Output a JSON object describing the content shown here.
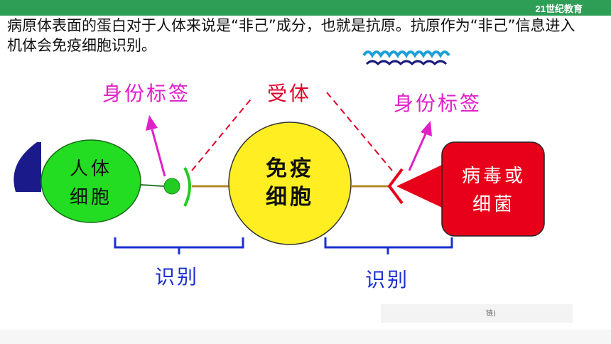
{
  "header": {
    "logo": "21世纪教育"
  },
  "intro_text": "病原体表面的蛋白对于人体来说是“非己”成分，也就是抗原。抗原作为“非己”信息进入机体会免疫细胞识别。",
  "labels": {
    "tag_left": "身份标签",
    "receptor": "受体",
    "tag_right": "身份标签",
    "recognize_left": "识别",
    "recognize_right": "识别"
  },
  "cells": {
    "human_cell": [
      "人体",
      "细胞"
    ],
    "immune_cell": [
      "免疫",
      "细胞"
    ],
    "pathogen": [
      "病毒或",
      "细菌"
    ]
  },
  "footnote": "链)",
  "colors": {
    "green_cell": "#22dd22",
    "yellow_cell": "#ffee22",
    "red_cell": "#e8001a",
    "magenta": "#e020c8",
    "red_text": "#e0002a",
    "blue": "#1a2fd0"
  }
}
